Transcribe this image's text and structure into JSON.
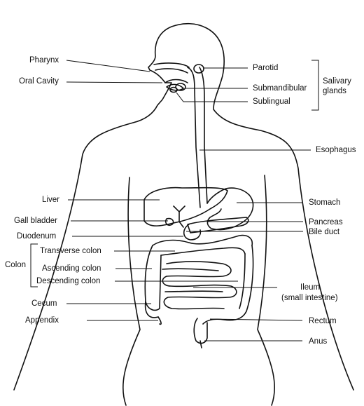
{
  "labels": {
    "pharynx": "Pharynx",
    "oral_cavity": "Oral Cavity",
    "liver": "Liver",
    "gall_bladder": "Gall bladder",
    "duodenum": "Duodenum",
    "colon": "Colon",
    "transverse_colon": "Transverse colon",
    "ascending_colon": "Ascending colon",
    "descending_colon": "Descending colon",
    "cecum": "Cecum",
    "appendix": "Appendix",
    "parotid": "Parotid",
    "submandibular": "Submandibular",
    "sublingual": "Sublingual",
    "salivary_glands_1": "Salivary",
    "salivary_glands_2": "glands",
    "esophagus": "Esophagus",
    "stomach": "Stomach",
    "pancreas": "Pancreas",
    "bile_duct": "Bile duct",
    "ileum": "Ileum",
    "small_intestine": "(small intestine)",
    "rectum": "Rectum",
    "anus": "Anus"
  }
}
